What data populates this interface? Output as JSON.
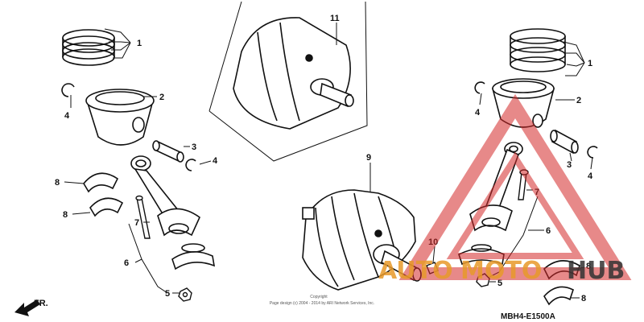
{
  "callouts": {
    "n1": "1",
    "n2": "2",
    "n3": "3",
    "n4": "4",
    "n5": "5",
    "n6": "6",
    "n7": "7",
    "n8": "8",
    "n9": "9",
    "n10": "10",
    "n11": "11"
  },
  "front_marker": "FR.",
  "copyright_line1": "Copyright",
  "copyright_line2": "Page design (c) 2004 - 2014 by ARI Network Services, Inc.",
  "diagram_code": "MBH4-E1500A",
  "watermark": {
    "part1": "AUTO",
    "part2": "MOTO",
    "part3": "HUB",
    "color_red": "#d42a2a",
    "color_orange": "#e89a2a",
    "color_dark": "#333333"
  }
}
